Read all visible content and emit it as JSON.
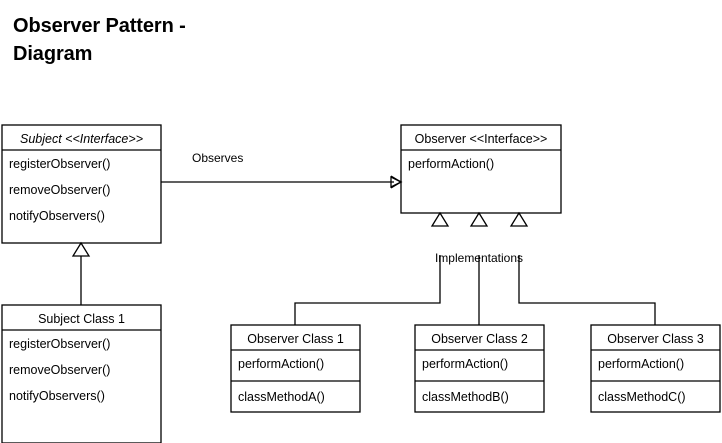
{
  "title": "Observer Pattern -\nDiagram",
  "colors": {
    "background": "#ffffff",
    "stroke": "#000000",
    "text": "#000000"
  },
  "diagram": {
    "type": "uml-class-diagram",
    "classes": [
      {
        "id": "subject-interface",
        "name": "Subject <<Interface>>",
        "stereotype": "Interface",
        "italic": true,
        "methods": [
          "registerObserver()",
          "removeObserver()",
          "notifyObservers()"
        ]
      },
      {
        "id": "observer-interface",
        "name": "Observer <<Interface>>",
        "stereotype": "Interface",
        "italic": false,
        "methods": [
          "performAction()"
        ]
      },
      {
        "id": "subject-class-1",
        "name": "Subject Class 1",
        "italic": false,
        "methods": [
          "registerObserver()",
          "removeObserver()",
          "notifyObservers()"
        ]
      },
      {
        "id": "observer-class-1",
        "name": "Observer Class 1",
        "italic": false,
        "methods": [
          "performAction()",
          "classMethodA()"
        ]
      },
      {
        "id": "observer-class-2",
        "name": "Observer Class 2",
        "italic": false,
        "methods": [
          "performAction()",
          "classMethodB()"
        ]
      },
      {
        "id": "observer-class-3",
        "name": "Observer Class 3",
        "italic": false,
        "methods": [
          "performAction()",
          "classMethodC()"
        ]
      }
    ],
    "edges": [
      {
        "id": "observes-edge",
        "label": "Observes",
        "from": "subject-interface",
        "to": "observer-interface",
        "kind": "association-arrow"
      },
      {
        "id": "implementations-edge",
        "label": "Implementations",
        "from": [
          "observer-class-1",
          "observer-class-2",
          "observer-class-3"
        ],
        "to": "observer-interface",
        "kind": "realization-triangle"
      },
      {
        "id": "subject-inheritance-edge",
        "label": "",
        "from": "subject-class-1",
        "to": "subject-interface",
        "kind": "realization-triangle"
      }
    ]
  }
}
